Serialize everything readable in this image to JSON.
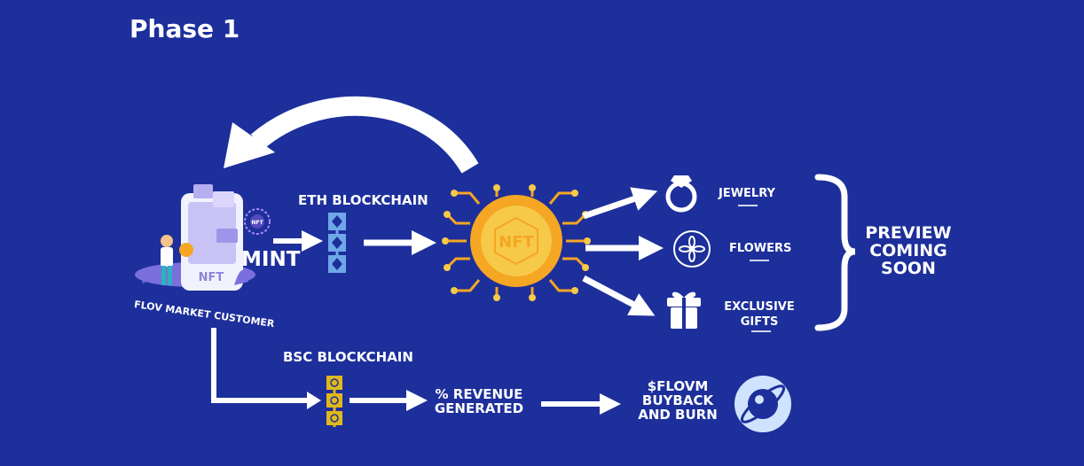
{
  "title": "Phase 1",
  "nodes": {
    "eth_blockchain": "ETH BLOCKCHAIN",
    "mint": "MINT",
    "customer": "FLOV MARKET CUSTOMER",
    "nft_phone_label": "NFT",
    "nft_chip_label": "NFT",
    "nft_small_badge": "NFT",
    "jewelry": "JEWELRY",
    "flowers": "FLOWERS",
    "gifts_line1": "EXCLUSIVE",
    "gifts_line2": "GIFTS",
    "preview_line1": "PREVIEW",
    "preview_line2": "COMING",
    "preview_line3": "SOON",
    "bsc_blockchain": "BSC BLOCKCHAIN",
    "revenue_line1": "% REVENUE",
    "revenue_line2": "GENERATED",
    "flovm_line1": "$FLOVM",
    "flovm_line2": "BUYBACK",
    "flovm_line3": "AND BURN"
  },
  "colors": {
    "background": "#1d2f9b",
    "chip_gold": "#f5a623",
    "chip_core": "#f7c948",
    "eth_block": "#6fa8e8",
    "bsc_block": "#e0b81a",
    "arrow": "#ffffff"
  }
}
